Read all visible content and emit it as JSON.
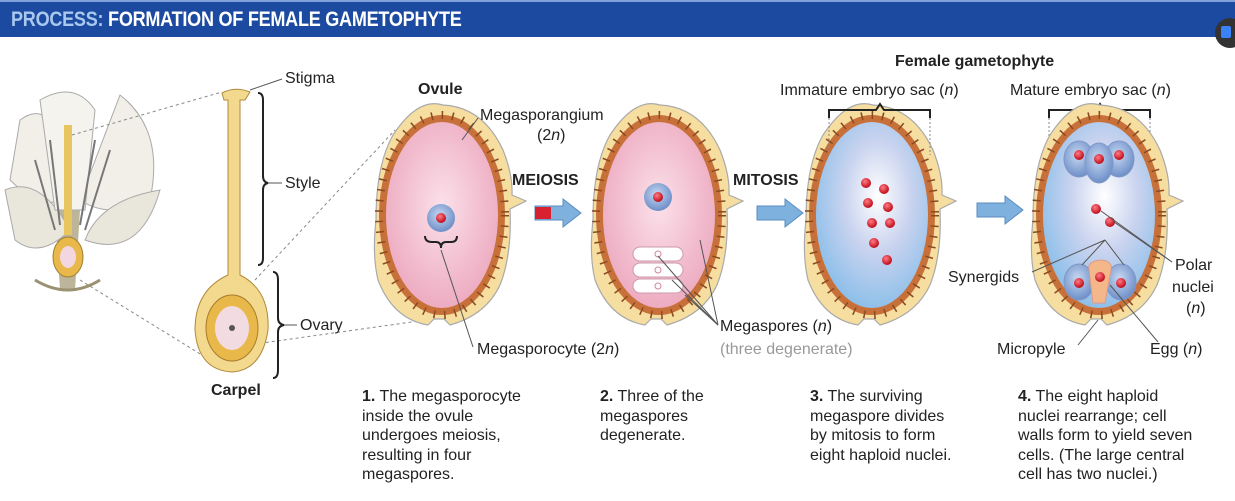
{
  "header": {
    "prefix": "PROCESS:",
    "title": "FORMATION OF FEMALE GAMETOPHYTE"
  },
  "carpel": {
    "stigma": "Stigma",
    "style": "Style",
    "ovary": "Ovary",
    "carpel": "Carpel"
  },
  "stage1": {
    "ovule": "Ovule",
    "megasporangium": "Megasporangium",
    "megasporangium_ploidy_pre": "(2",
    "megasporangium_ploidy_it": "n",
    "megasporangium_ploidy_post": ")",
    "megasporocyte_pre": "Megasporocyte (2",
    "megasporocyte_it": "n",
    "megasporocyte_post": ")"
  },
  "meiosis": "MEIOSIS",
  "mitosis": "MITOSIS",
  "stage2": {
    "megaspores_pre": "Megaspores (",
    "megaspores_it": "n",
    "megaspores_post": ")",
    "degenerate": "(three degenerate)"
  },
  "gametophyte": {
    "title": "Female gametophyte",
    "immature_pre": "Immature embryo sac (",
    "immature_it": "n",
    "immature_post": ")",
    "mature_pre": "Mature embryo sac (",
    "mature_it": "n",
    "mature_post": ")"
  },
  "stage4": {
    "synergids": "Synergids",
    "polar1": "Polar",
    "polar2": "nuclei",
    "polar3_pre": "(",
    "polar3_it": "n",
    "polar3_post": ")",
    "micropyle": "Micropyle",
    "egg_pre": "Egg (",
    "egg_it": "n",
    "egg_post": ")"
  },
  "steps": [
    {
      "num": "1.",
      "text": " The megasporocyte\ninside the ovule\nundergoes meiosis,\nresulting in four\nmegaspores."
    },
    {
      "num": "2.",
      "text": " Three of the\nmegaspores\ndegenerate."
    },
    {
      "num": "3.",
      "text": " The surviving\nmegaspore divides\nby mitosis to form\neight haploid nuclei."
    },
    {
      "num": "4.",
      "text": " The eight haploid\nnuclei rearrange; cell\nwalls form to yield seven\ncells. (The large central\ncell has two nuclei.)"
    }
  ],
  "colors": {
    "header": "#1c4aa0",
    "prefix": "#a9c8ee",
    "nucleus": "#d8202e",
    "integument": "#f5d89a",
    "wall": "#c8703a"
  }
}
